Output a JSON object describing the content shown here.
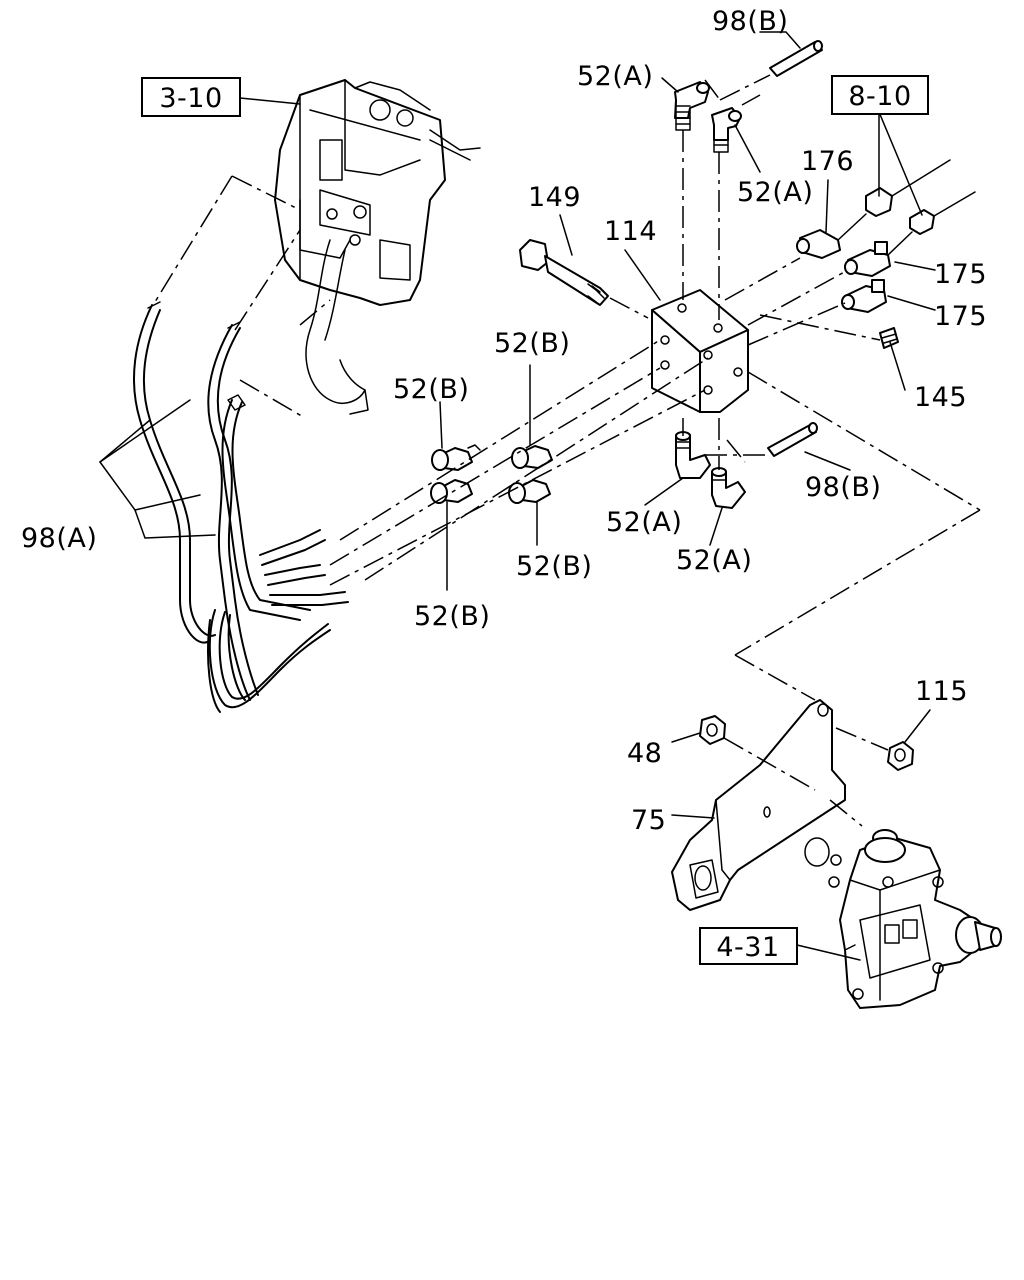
{
  "callouts": {
    "p98b_top": "98(B)",
    "p52a_tl": "52(A)",
    "p52a_tr": "52(A)",
    "ref_8_10": "8-10",
    "p176": "176",
    "p149": "149",
    "p114": "114",
    "p175_a": "175",
    "p175_b": "175",
    "ref_3_10": "3-10",
    "p52b_mid": "52(B)",
    "p52b_left": "52(B)",
    "p145": "145",
    "p98b_mid": "98(B)",
    "p98a": "98(A)",
    "p52a_bl": "52(A)",
    "p52a_br": "52(A)",
    "p52b_bottom_r": "52(B)",
    "p52b_bottom_l": "52(B)",
    "p115": "115",
    "p48": "48",
    "p75": "75",
    "ref_4_31": "4-31"
  }
}
